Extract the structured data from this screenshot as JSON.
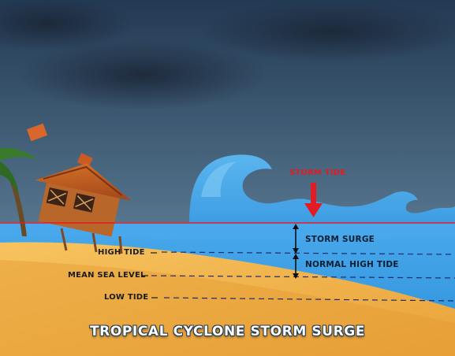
{
  "diagram": {
    "title": "TROPICAL CYCLONE STORM SURGE",
    "annotations": {
      "storm_tide": "STORM TIDE",
      "storm_surge": "STORM SURGE",
      "normal_high_tide": "NORMAL HIGH TIDE"
    },
    "levels": {
      "high_tide": "HIGH TIDE",
      "mean_sea_level": "MEAN SEA LEVEL",
      "low_tide": "LOW TIDE"
    },
    "colors": {
      "storm_tide": "#e31b23",
      "sea": "#3aa0e6",
      "sand": "#f2b24a",
      "sky_top": "#2a3f58",
      "sky_bottom": "#6f8da3"
    }
  }
}
